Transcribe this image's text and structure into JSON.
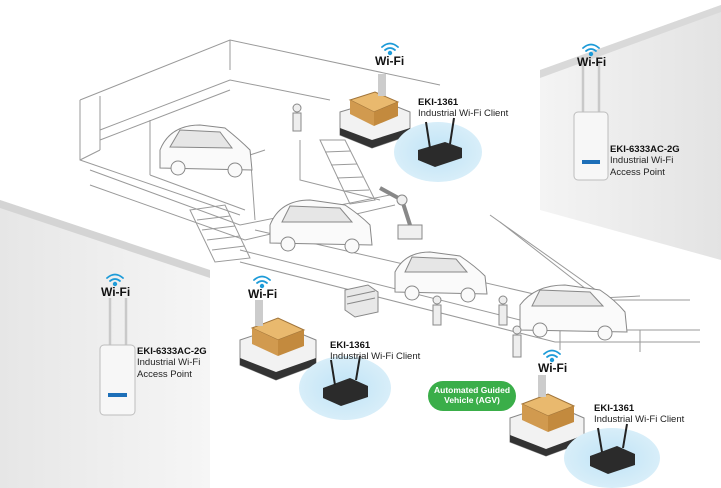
{
  "wifi_label": "Wi-Fi",
  "access_points": [
    {
      "model": "EKI-6333AC-2G",
      "line1": "Industrial Wi-Fi",
      "line2": "Access Point"
    },
    {
      "model": "EKI-6333AC-2G",
      "line1": "Industrial Wi-Fi",
      "line2": "Access Point"
    }
  ],
  "clients": [
    {
      "model": "EKI-1361",
      "desc": "Industrial Wi-Fi Client"
    },
    {
      "model": "EKI-1361",
      "desc": "Industrial Wi-Fi Client"
    },
    {
      "model": "EKI-1361",
      "desc": "Industrial Wi-Fi Client"
    }
  ],
  "agv_badge": {
    "line1": "Automated Guided",
    "line2": "Vehicle (AGV)"
  },
  "colors": {
    "wifi_blue": "#1d9bd8",
    "agv_green": "#3aae49",
    "client_halo": "#c9e8f7",
    "line_gray": "#8a8a8a"
  }
}
